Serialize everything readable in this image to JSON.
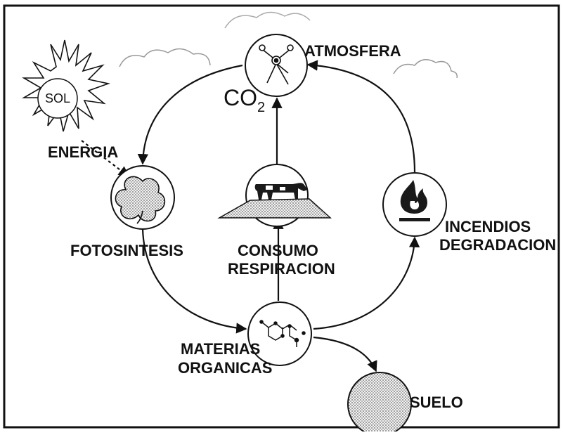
{
  "labels": {
    "atmosfera": "ATMOSFERA",
    "co2_main": "CO",
    "co2_sub": "2",
    "sol": "SOL",
    "energia": "ENERGIA",
    "fotosintesis": "FOTOSINTESIS",
    "consumo": "CONSUMO",
    "respiracion": "RESPIRACION",
    "incendios": "INCENDIOS",
    "degradacion": "DEGRADACION",
    "materias": "MATERIAS",
    "organicas": "ORGANICAS",
    "suelo": "SUELO"
  },
  "icons": {
    "atmosfera": "molecule-icon",
    "sol": "sun-icon",
    "fotosintesis": "leaf-icon",
    "consumo": "cow-icon",
    "incendios": "fire-icon",
    "materias": "organic-molecule-icon",
    "suelo": "soil-sphere-icon"
  }
}
